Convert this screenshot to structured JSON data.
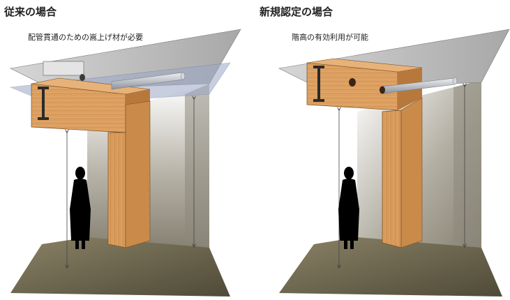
{
  "left_panel": {
    "title": "従来の場合",
    "note": "配管貫通のための嵩上げ材が必要"
  },
  "right_panel": {
    "title": "新規認定の場合",
    "note": "階高の有効利用が可能"
  },
  "colors": {
    "wood_light": "#e3a86a",
    "wood_dark": "#c47a3a",
    "ceiling_gray": "#b9b9b9",
    "floor_dark": "#6e6650",
    "wall_gray": "#a19d92",
    "pipe": "#c9ccd0",
    "figure": "#000000"
  }
}
